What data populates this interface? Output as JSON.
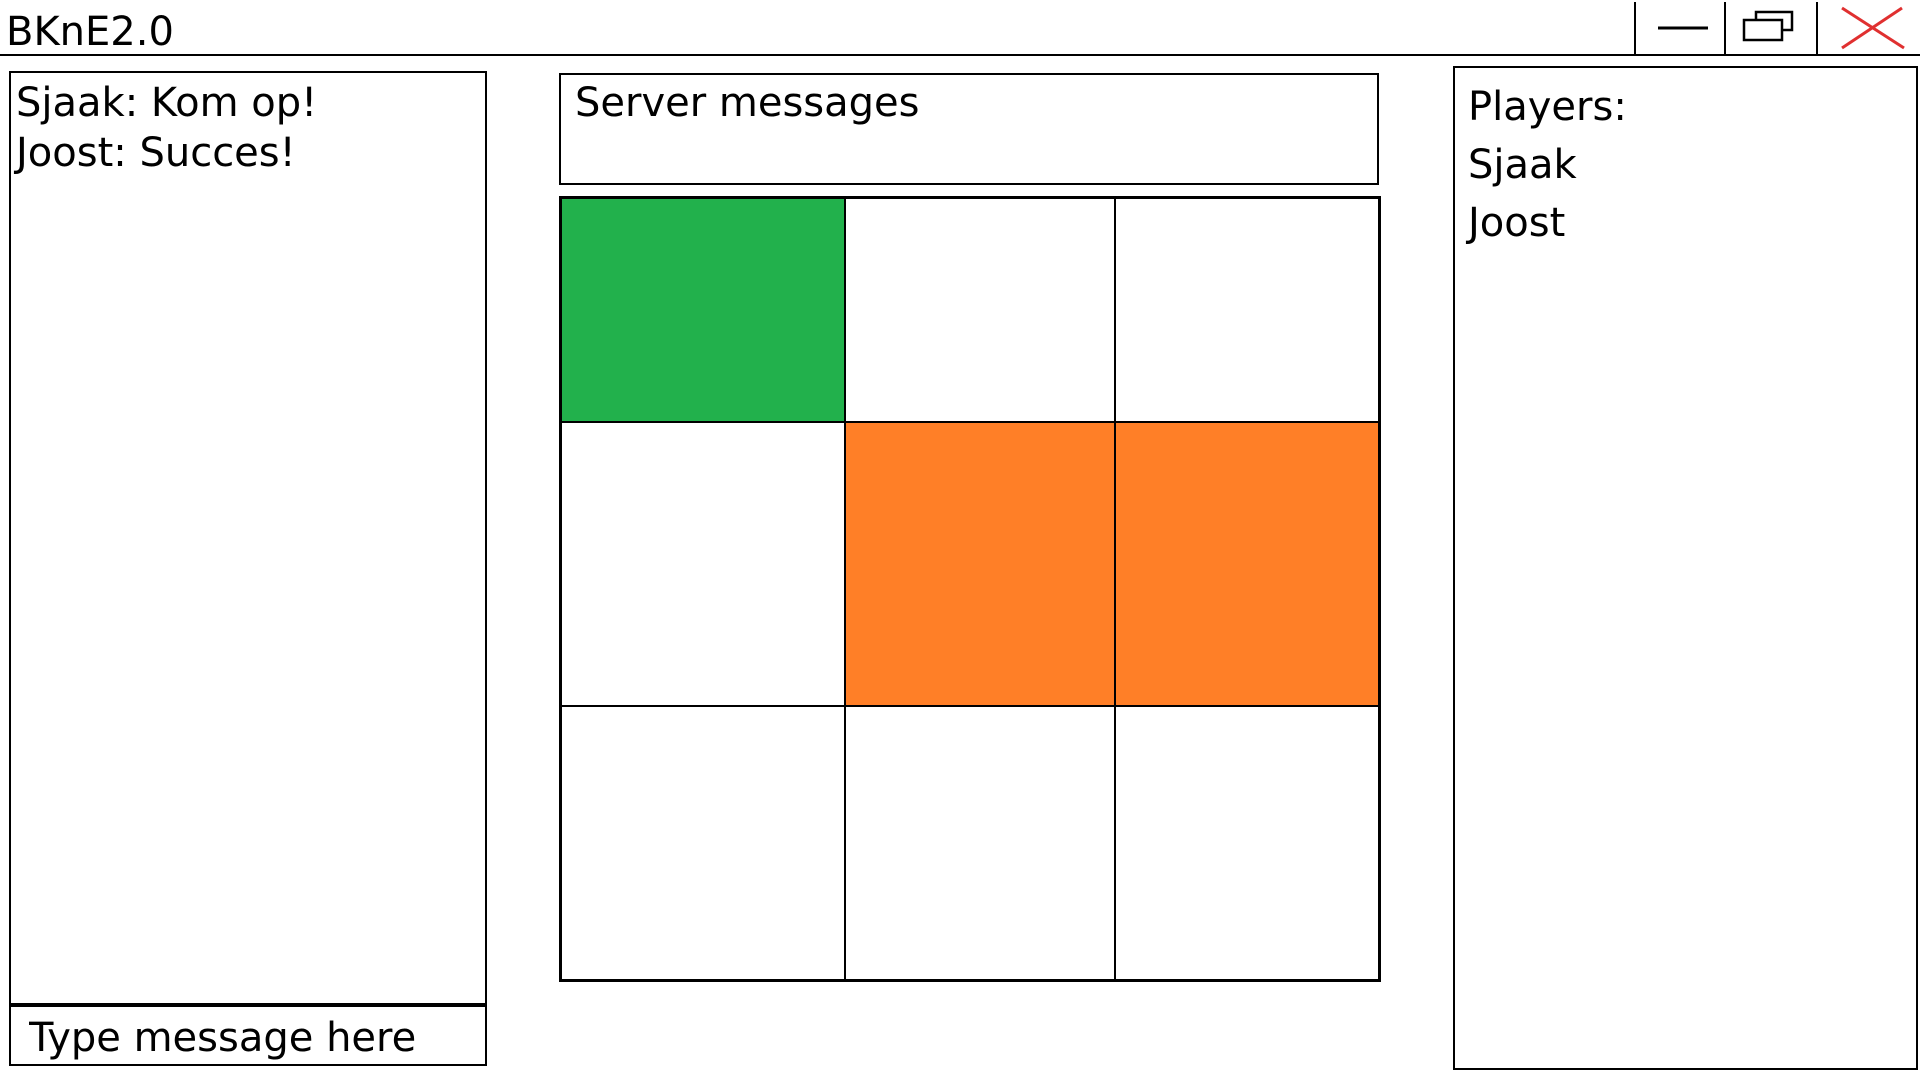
{
  "window": {
    "title": "BKnE2.0",
    "controls": {
      "minimize_icon": "minimize-icon",
      "restore_icon": "restore-icon",
      "close_icon": "close-icon",
      "close_color": "#e03030"
    }
  },
  "chat": {
    "messages": [
      "Sjaak: Kom op!",
      "Joost: Succes!"
    ],
    "input_placeholder": "Type message here"
  },
  "server": {
    "title": "Server messages"
  },
  "board": {
    "rows": 3,
    "cols": 3,
    "cells": [
      [
        "#22b14c",
        "#ffffff",
        "#ffffff"
      ],
      [
        "#ffffff",
        "#ff7f27",
        "#ff7f27"
      ],
      [
        "#ffffff",
        "#ffffff",
        "#ffffff"
      ]
    ]
  },
  "players": {
    "title": "Players:",
    "list": [
      "Sjaak",
      "Joost"
    ]
  }
}
